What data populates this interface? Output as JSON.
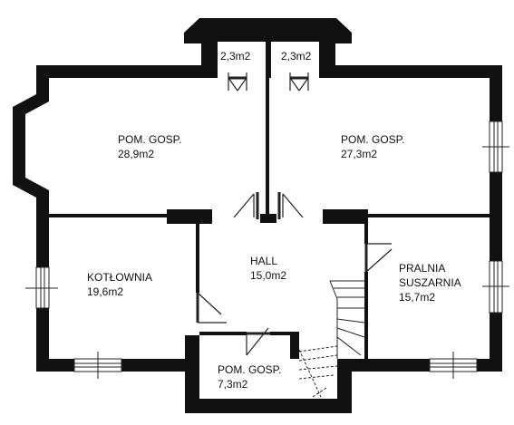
{
  "colors": {
    "wall": "#111111",
    "background": "#ffffff",
    "fixture": "#222222"
  },
  "rooms": [
    {
      "id": "store-small-left",
      "name": "",
      "area": "2,3m2"
    },
    {
      "id": "store-small-right",
      "name": "",
      "area": "2,3m2"
    },
    {
      "id": "utility-left",
      "name": "POM. GOSP.",
      "area": "28,9m2"
    },
    {
      "id": "utility-right",
      "name": "POM. GOSP.",
      "area": "27,3m2"
    },
    {
      "id": "boiler",
      "name": "KOTŁOWNIA",
      "area": "19,6m2"
    },
    {
      "id": "hall",
      "name": "HALL",
      "area": "15,0m2"
    },
    {
      "id": "laundry",
      "name": "PRALNIA",
      "name2": "SUSZARNIA",
      "area": "15,7m2"
    },
    {
      "id": "utility-bottom",
      "name": "POM. GOSP.",
      "area": "7,3m2"
    }
  ]
}
